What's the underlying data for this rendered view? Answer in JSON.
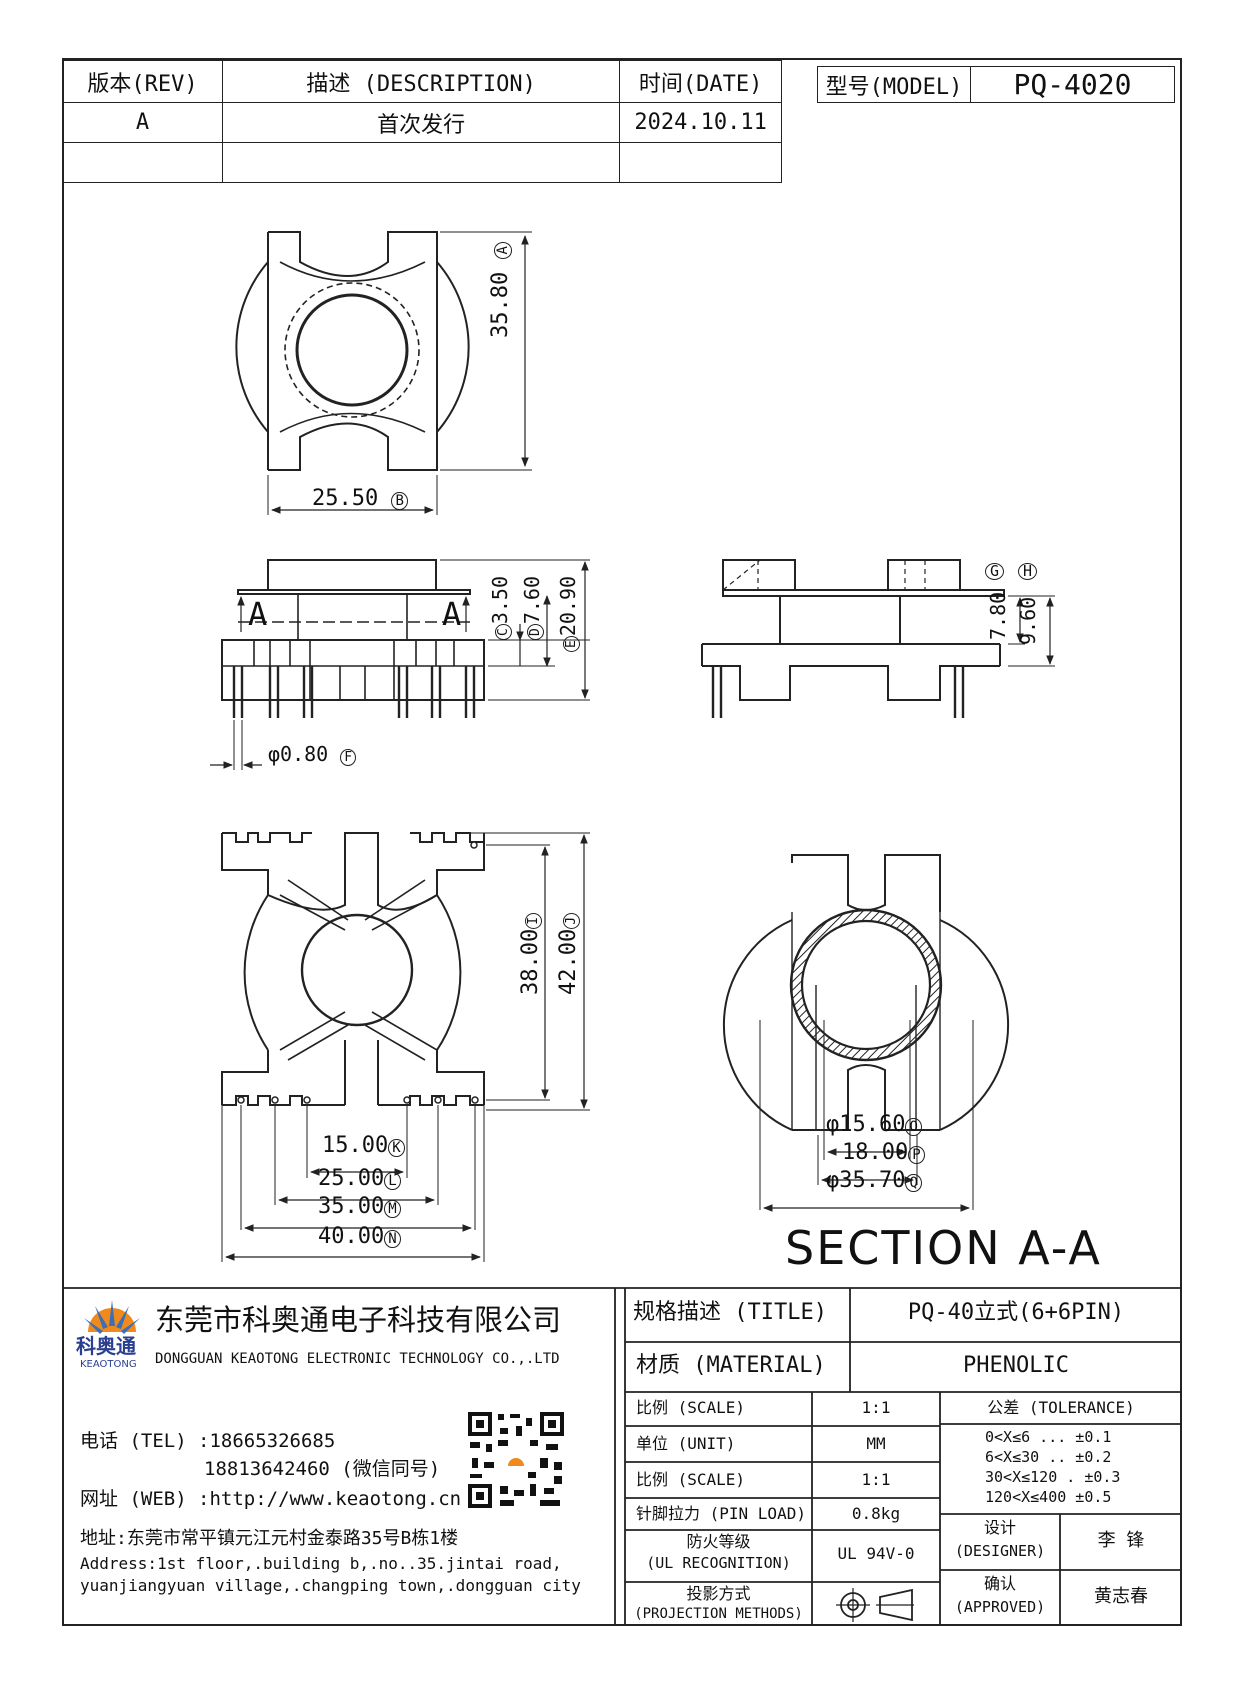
{
  "revision_table": {
    "headers": [
      "版本(REV)",
      "描述 (DESCRIPTION)",
      "时间(DATE)"
    ],
    "rows": [
      [
        "A",
        "首次发行",
        "2024.10.11"
      ],
      [
        "",
        "",
        ""
      ]
    ]
  },
  "model": {
    "label": "型号(MODEL)",
    "value": "PQ-4020"
  },
  "dimensions": {
    "a": "35.80",
    "b": "25.50",
    "c": "3.50",
    "d": "7.60",
    "e": "20.90",
    "f": "φ0.80",
    "g": "7.80",
    "h": "9.60",
    "i": "38.00",
    "j": "42.00",
    "k": "15.00",
    "l": "25.00",
    "m": "35.00",
    "n": "40.00",
    "o": "φ15.60",
    "p": "18.00",
    "q": "φ35.70"
  },
  "markers": {
    "a": "A",
    "b": "B",
    "c": "C",
    "d": "D",
    "e": "E",
    "f": "F",
    "g": "G",
    "h": "H",
    "i": "I",
    "j": "J",
    "k": "K",
    "l": "L",
    "m": "M",
    "n": "N",
    "o": "O",
    "p": "P",
    "q": "Q"
  },
  "section_marks": {
    "left": "A",
    "right": "A"
  },
  "section_title": "SECTION A-A",
  "company": {
    "name_cn": "东莞市科奥通电子科技有限公司",
    "name_en": "DONGGUAN KEAOTONG ELECTRONIC TECHNOLOGY CO.,.LTD",
    "logo_cn": "科奥通",
    "logo_en": "KEAOTONG",
    "tel_label": "电话 (TEL)",
    "tel_1": ":18665326685",
    "tel_2": "18813642460 (微信同号)",
    "web_label": "网址 (WEB)",
    "web": ":http://www.keaotong.cn",
    "address_cn": "地址:东莞市常平镇元江元村金泰路35号B栋1楼",
    "address_en_1": "Address:1st floor,.building b,.no..35.jintai road,",
    "address_en_2": "yuanjiangyuan village,.changping town,.dongguan city"
  },
  "title_block": {
    "title_label": "规格描述 (TITLE)",
    "title_value": "PQ-40立式(6+6PIN)",
    "material_label": "材质 (MATERIAL)",
    "material_value": "PHENOLIC",
    "scale_label": "比例 (SCALE)",
    "scale_value": "1:1",
    "unit_label": "单位 (UNIT)",
    "unit_value": "MM",
    "scale2_label": "比例 (SCALE)",
    "scale2_value": "1:1",
    "pin_load_label": "针脚拉力 (PIN LOAD)",
    "pin_load_value": "0.8kg",
    "ul_label_1": "防火等级",
    "ul_label_2": "(UL RECOGNITION)",
    "ul_value": "UL 94V-0",
    "proj_label_1": "投影方式",
    "proj_label_2": "(PROJECTION METHODS)",
    "tolerance_label": "公差 (TOLERANCE)",
    "tolerance_rows": [
      "0<X≤6 ... ±0.1",
      "6<X≤30 .. ±0.2",
      "30<X≤120 . ±0.3",
      "120<X≤400 ±0.5"
    ],
    "designer_label_1": "设计",
    "designer_label_2": "(DESIGNER)",
    "designer_value": "李 锋",
    "approved_label_1": "确认",
    "approved_label_2": "(APPROVED)",
    "approved_value": "黄志春"
  }
}
